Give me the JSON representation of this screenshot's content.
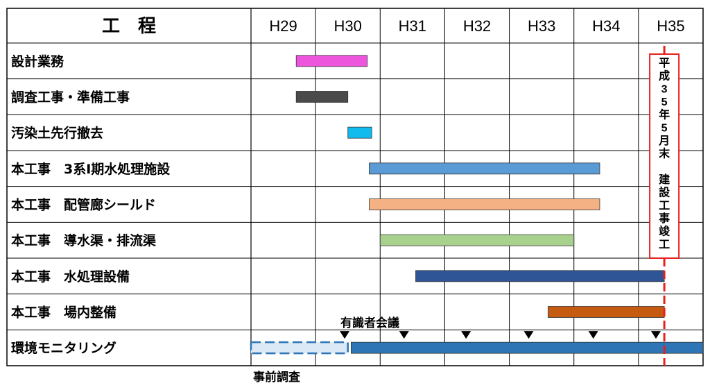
{
  "chart_data": {
    "type": "gantt",
    "header_label": "工　程",
    "years": [
      "H29",
      "H30",
      "H31",
      "H32",
      "H33",
      "H34",
      "H35"
    ],
    "tasks": [
      {
        "label": "設計業務",
        "start": 0.7,
        "end": 1.8,
        "color": "#ee55dd",
        "style": "solid"
      },
      {
        "label": "調査工事・準備工事",
        "start": 0.7,
        "end": 1.5,
        "color": "#4a4a4a",
        "style": "solid"
      },
      {
        "label": "汚染土先行撤去",
        "start": 1.5,
        "end": 1.87,
        "color": "#11bbee",
        "style": "solid"
      },
      {
        "label": "本工事　3系Ⅰ期水処理施設",
        "start": 1.83,
        "end": 5.4,
        "color": "#5b9bd5",
        "style": "solid"
      },
      {
        "label": "本工事　配管廊シールド",
        "start": 1.83,
        "end": 5.4,
        "color": "#f4b183",
        "style": "solid"
      },
      {
        "label": "本工事　導水渠・排流渠",
        "start": 2.0,
        "end": 5.0,
        "color": "#a9d18e",
        "style": "solid"
      },
      {
        "label": "本工事　水処理設備",
        "start": 2.55,
        "end": 6.4,
        "color": "#2f5597",
        "style": "solid"
      },
      {
        "label": "本工事　場内整備",
        "start": 4.6,
        "end": 6.4,
        "color": "#c55a11",
        "style": "solid"
      },
      {
        "label": "環境モニタリング",
        "segments": [
          {
            "start": 0.0,
            "end": 1.5,
            "color": "#2e75b6",
            "style": "dashed"
          },
          {
            "start": 1.55,
            "end": 7.0,
            "color": "#2e75b6",
            "style": "solid"
          }
        ]
      }
    ],
    "meeting_label": "有識者会議",
    "meetings": [
      1.45,
      2.37,
      3.33,
      4.3,
      5.3,
      6.27
    ],
    "pre_survey_label": "事前調査",
    "milestone": {
      "at": 6.4,
      "text": "平成35年5月末　建設工事竣工",
      "color": "#e8201c"
    }
  }
}
